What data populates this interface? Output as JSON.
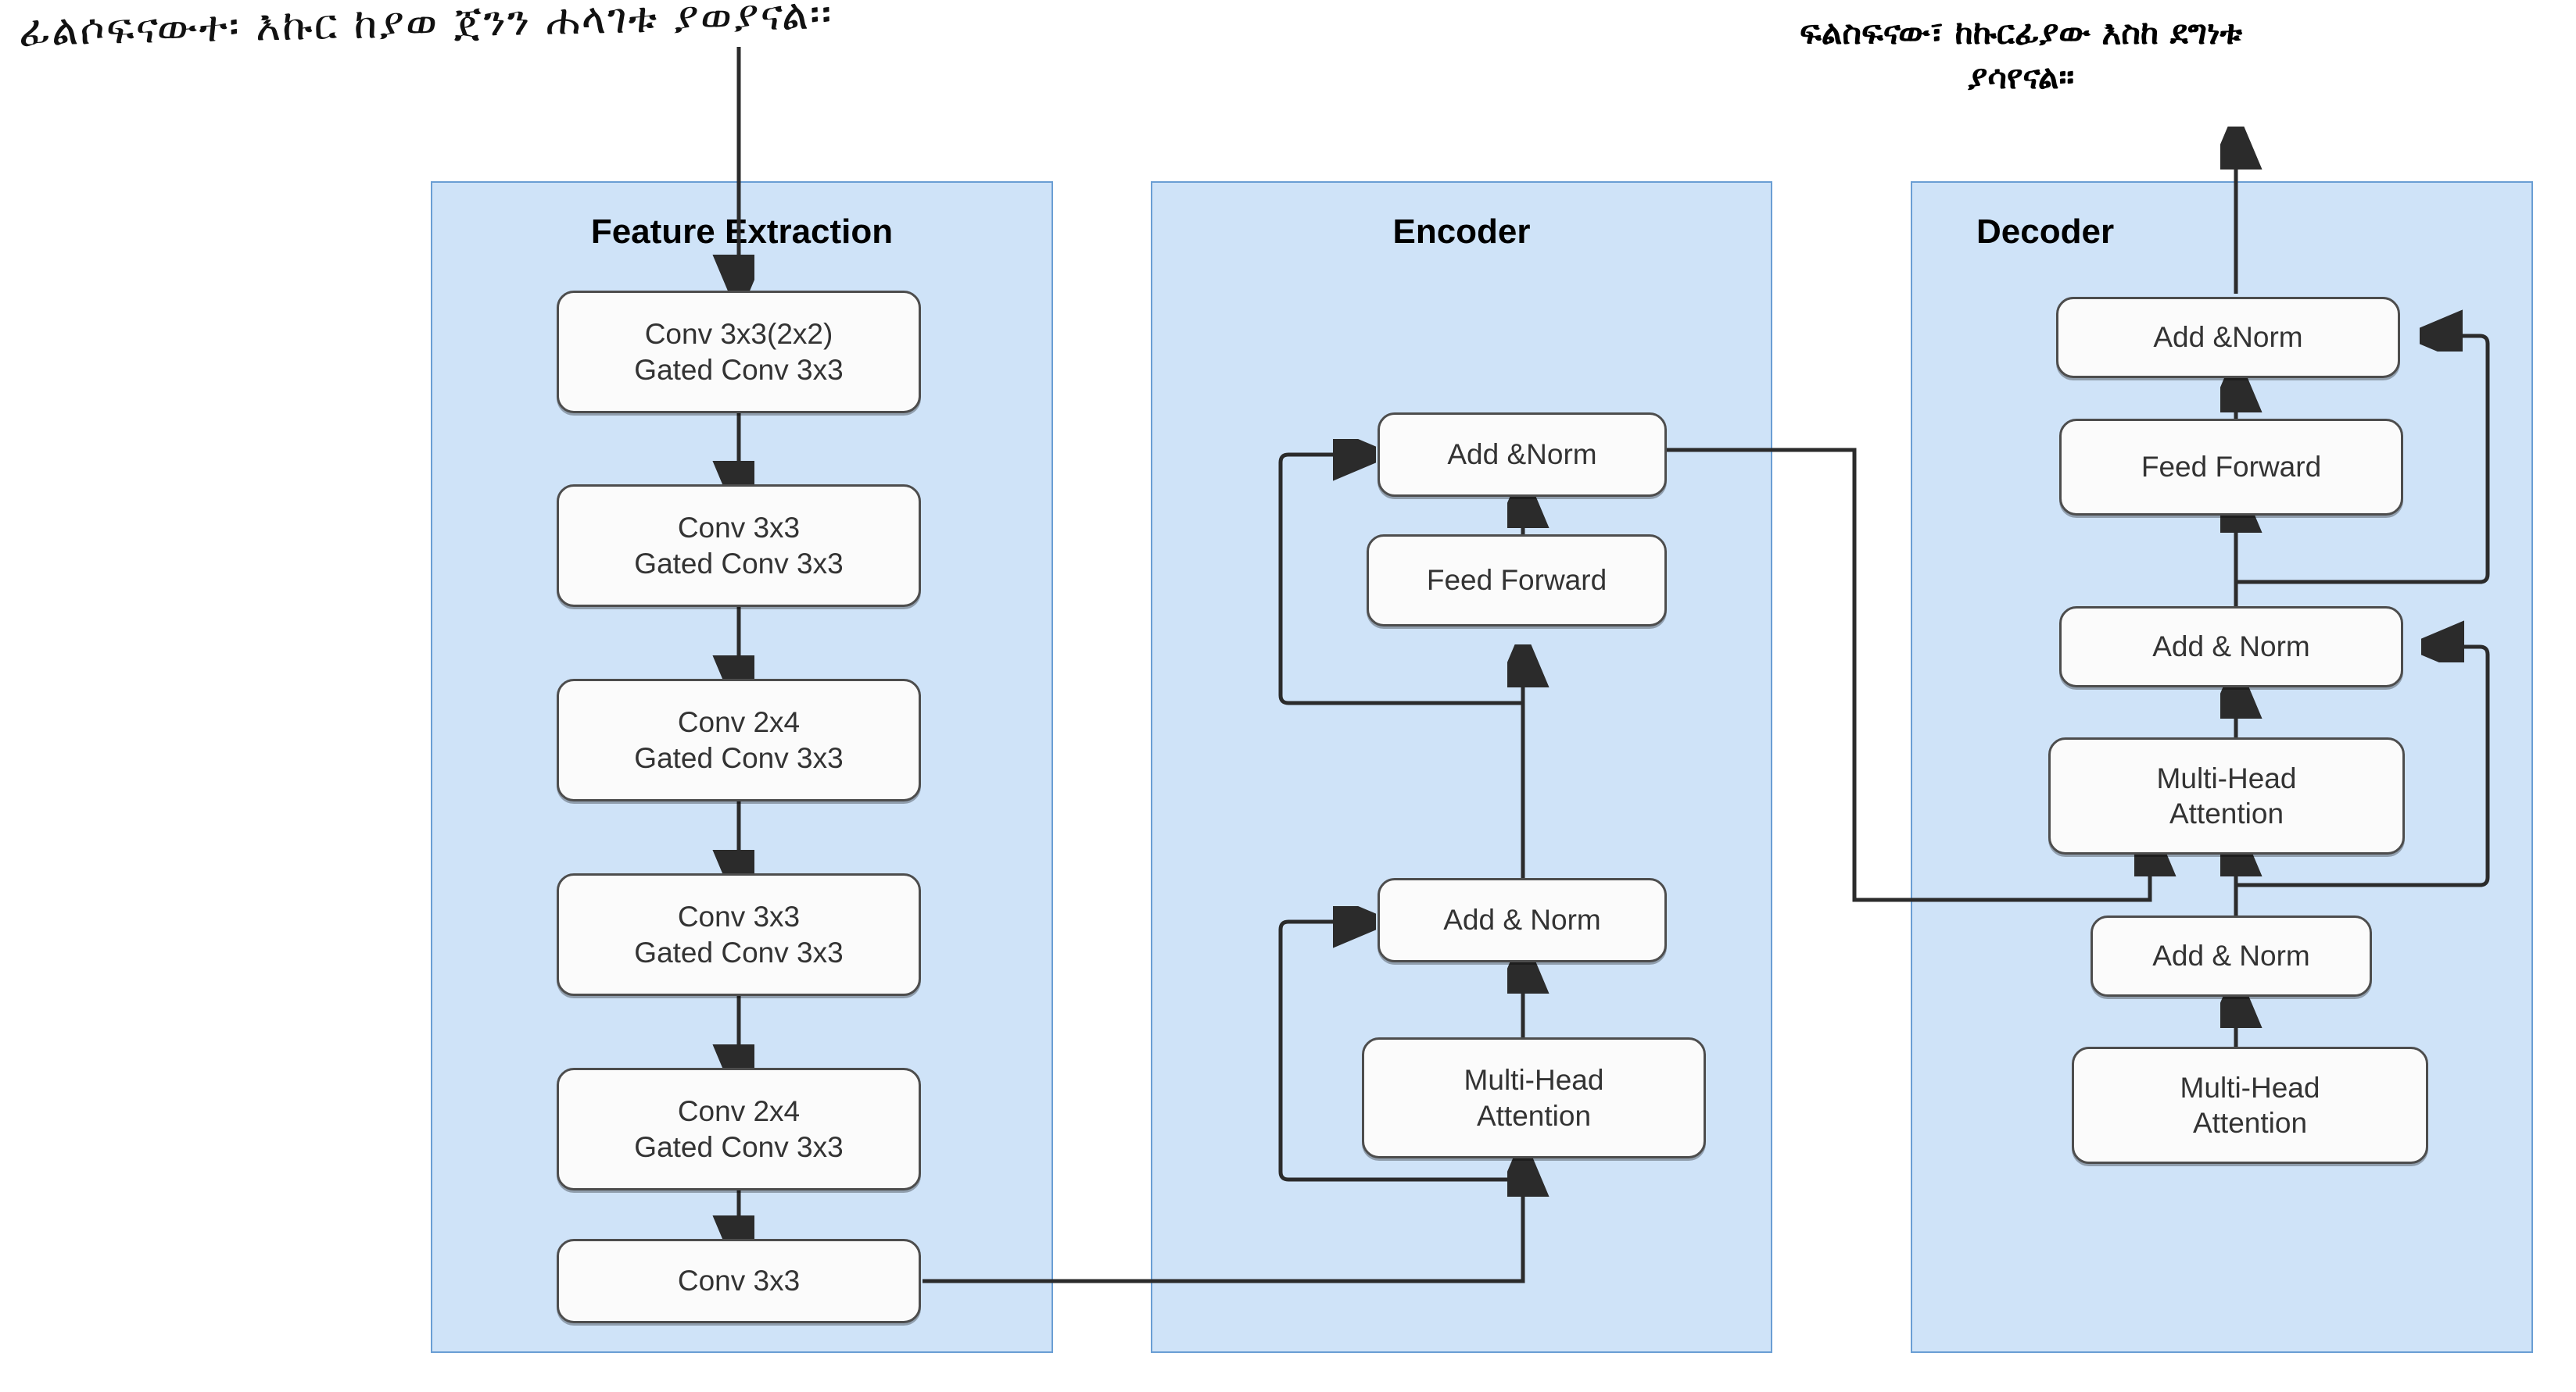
{
  "annotations": {
    "handwritten_note": "ፊልሶፍናውተ፡ እኩር ከያወ ጀንን ሐላገቱ ያወያናል፡፡",
    "printed_note_line1": "ፍልስፍናው፣ ከኩርፊያው እስከ ደግነቱ",
    "printed_note_line2": "ያሳየናል።"
  },
  "diagram": {
    "type": "architecture-block-diagram",
    "panel_fill": "#cfe3f8",
    "panel_stroke": "#6a9ed4",
    "node_fill": "#fbfbfb",
    "node_stroke": "#4d4d4d",
    "panels": [
      {
        "id": "feature-extraction",
        "title": "Feature Extraction",
        "nodes": [
          {
            "id": "fe-1",
            "label": "Conv 3x3(2x2)\nGated Conv 3x3"
          },
          {
            "id": "fe-2",
            "label": "Conv 3x3\nGated Conv 3x3"
          },
          {
            "id": "fe-3",
            "label": "Conv 2x4\nGated Conv 3x3"
          },
          {
            "id": "fe-4",
            "label": "Conv 3x3\nGated Conv 3x3"
          },
          {
            "id": "fe-5",
            "label": "Conv 2x4\nGated Conv 3x3"
          },
          {
            "id": "fe-6",
            "label": "Conv 3x3"
          }
        ]
      },
      {
        "id": "encoder",
        "title": "Encoder",
        "nodes": [
          {
            "id": "enc-addnorm-2",
            "label": "Add &Norm"
          },
          {
            "id": "enc-feedforward",
            "label": "Feed Forward"
          },
          {
            "id": "enc-addnorm-1",
            "label": "Add & Norm"
          },
          {
            "id": "enc-mha",
            "label": "Multi-Head\nAttention"
          }
        ]
      },
      {
        "id": "decoder",
        "title": "Decoder",
        "nodes": [
          {
            "id": "dec-addnorm-3",
            "label": "Add &Norm"
          },
          {
            "id": "dec-feedforward",
            "label": "Feed Forward"
          },
          {
            "id": "dec-addnorm-2",
            "label": "Add & Norm"
          },
          {
            "id": "dec-mha-cross",
            "label": "Multi-Head\nAttention"
          },
          {
            "id": "dec-addnorm-1",
            "label": "Add & Norm"
          },
          {
            "id": "dec-mha-self",
            "label": "Multi-Head\nAttention"
          }
        ]
      }
    ]
  }
}
